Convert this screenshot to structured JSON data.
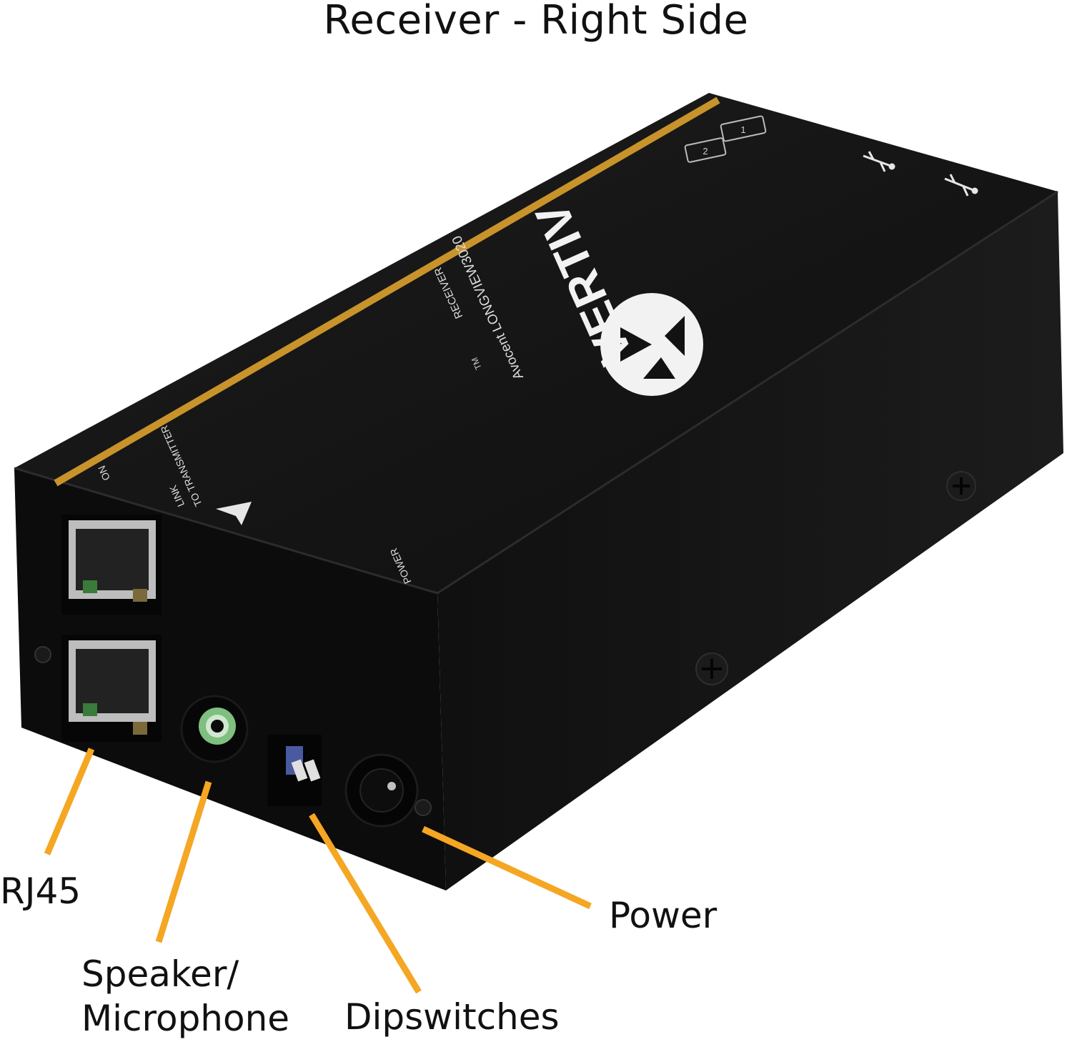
{
  "title": "Receiver - Right Side",
  "device": {
    "brand": "VERTIV",
    "trademark": "TM",
    "model": "Avocent LONGVIEW3020",
    "role": "RECEIVER",
    "label_on": "ON",
    "label_to_transmitter": "TO TRANSMITTER",
    "label_link": "LINK",
    "label_power": "POWER",
    "port_1": "1",
    "port_2": "2",
    "usb_icon": "usb-icon",
    "accent_color": "#c8932b",
    "body_color": "#121212"
  },
  "callouts": {
    "rj45": "RJ45",
    "speaker_line1": "Speaker/",
    "speaker_line2": "Microphone",
    "dipswitches": "Dipswitches",
    "power": "Power"
  },
  "leader_color": "#f5a623"
}
